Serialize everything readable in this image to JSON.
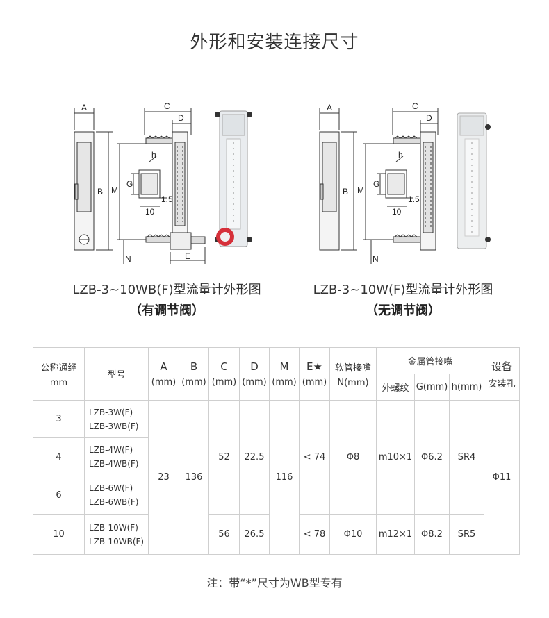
{
  "page": {
    "title": "外形和安装连接尺寸",
    "note": "注：带“*”尺寸为WB型专有"
  },
  "figures": [
    {
      "caption": "LZB-3~10WB(F)型流量计外形图",
      "subcaption": "（有调节阀）"
    },
    {
      "caption": "LZB-3~10W(F)型流量计外形图",
      "subcaption": "（无调节阀）"
    }
  ],
  "diagram_labels": {
    "A": "A",
    "B": "B",
    "C": "C",
    "D": "D",
    "E": "E",
    "G": "G",
    "M": "M",
    "N": "N",
    "h": "h",
    "ten": "10",
    "one_five": "1.5"
  },
  "table": {
    "headers": {
      "dn": "公称通经",
      "dn_unit": "mm",
      "model": "型号",
      "A": "A",
      "B": "B",
      "C": "C",
      "D": "D",
      "M": "M",
      "E": "E★",
      "mm": "(mm)",
      "soft": "软管接嘴",
      "soft_unit": "N(mm)",
      "metal": "金属管接嘴",
      "metal_thread": "外螺纹",
      "metal_g": "G(mm)",
      "metal_h": "h(mm)",
      "hole1": "设备",
      "hole2": "安装孔"
    },
    "rows": [
      {
        "dn": "3",
        "model1": "LZB-3W(F)",
        "model2": "LZB-3WB(F)"
      },
      {
        "dn": "4",
        "model1": "LZB-4W(F)",
        "model2": "LZB-4WB(F)"
      },
      {
        "dn": "6",
        "model1": "LZB-6W(F)",
        "model2": "LZB-6WB(F)"
      },
      {
        "dn": "10",
        "model1": "LZB-10W(F)",
        "model2": "LZB-10WB(F)"
      }
    ],
    "values": {
      "A": "23",
      "B": "136",
      "M": "116",
      "hole": "Φ11",
      "C_small": "52",
      "D_small": "22.5",
      "E_small": "< 74",
      "N_small": "Φ8",
      "thread_small": "m10×1",
      "G_small": "Φ6.2",
      "h_small": "SR4",
      "C_large": "56",
      "D_large": "26.5",
      "E_large": "< 78",
      "N_large": "Φ10",
      "thread_large": "m12×1",
      "G_large": "Φ8.2",
      "h_large": "SR5"
    }
  },
  "colors": {
    "border": "#cfcfcf",
    "text": "#333333",
    "valve_red": "#d6303a"
  }
}
